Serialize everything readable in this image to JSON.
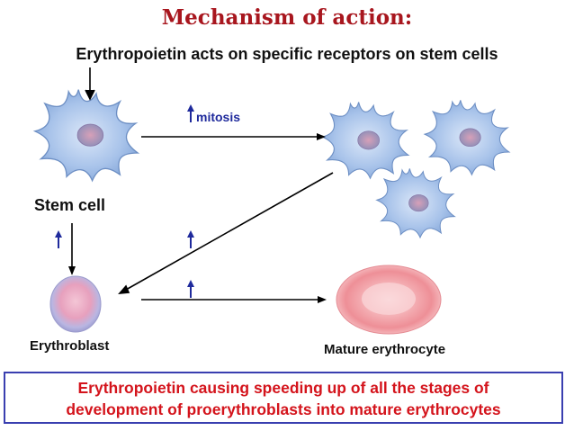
{
  "title": "Mechanism of action:",
  "subtitle": "Erythropoietin acts on specific receptors on stem cells",
  "labels": {
    "stem_cell": "Stem cell",
    "mitosis": "mitosis",
    "erythroblast": "Erythroblast",
    "mature_erythrocyte": "Mature erythrocyte"
  },
  "caption": {
    "line1": "Erythropoietin causing speeding up of all the stages of",
    "line2": "development of proerythroblasts into mature erythrocytes"
  },
  "colors": {
    "title": "#a8161e",
    "caption_text": "#d4141c",
    "caption_border": "#3a3fb0",
    "up_arrow": "#1f2a9c",
    "stem_cell_fill": "#a8c3ea",
    "erythrocyte_fill": "#f4a8ac"
  }
}
